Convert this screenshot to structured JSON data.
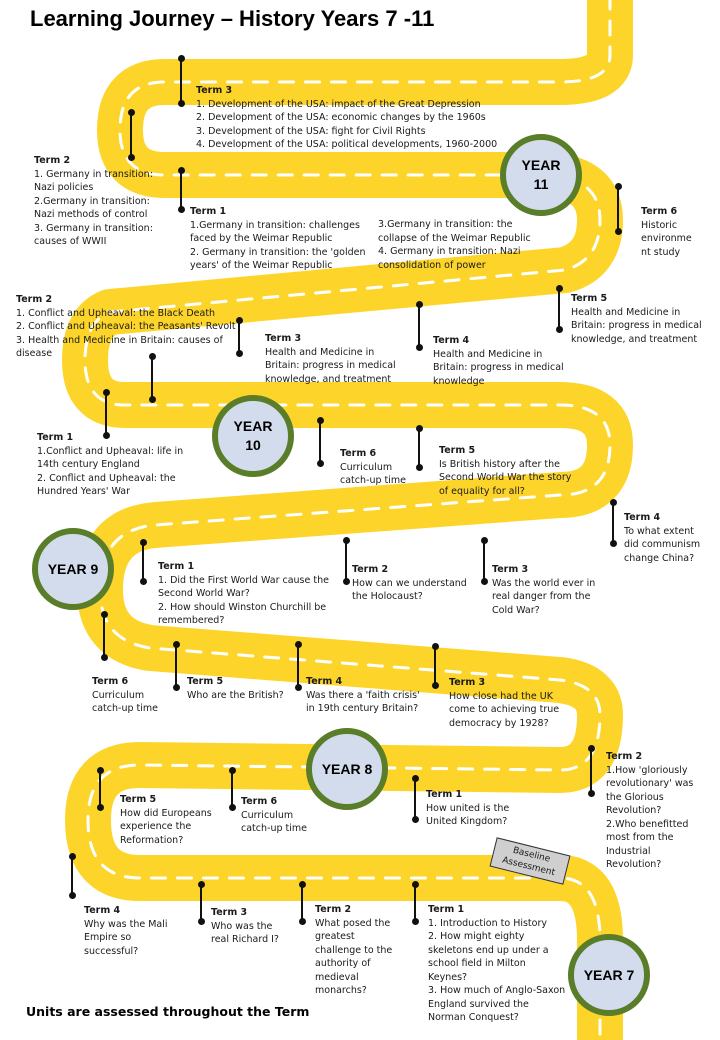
{
  "title": "Learning Journey – History Years 7 -11",
  "footer": "Units are assessed throughout the Term",
  "baseline": [
    "Baseline",
    "Assessment"
  ],
  "years": {
    "y11": [
      "YEAR",
      "11"
    ],
    "y10": [
      "YEAR",
      "10"
    ],
    "y9": [
      "YEAR 9"
    ],
    "y8": [
      "YEAR 8"
    ],
    "y7": [
      "YEAR 7"
    ]
  },
  "blocks": {
    "y11t3": {
      "term": "Term 3",
      "lines": [
        "1. Development of the USA: impact of the Great Depression",
        "2. Development of the USA: economic changes by the 1960s",
        "3. Development of the USA: fight for Civil Rights",
        "4. Development of the USA: political developments, 1960-2000"
      ]
    },
    "y11t2": {
      "term": "Term 2",
      "lines": [
        "1. Germany in transition:",
        "Nazi policies",
        "2.Germany in transition:",
        "Nazi methods of control",
        "3. Germany in transition:",
        "causes of WWII"
      ]
    },
    "y11t1": {
      "term": "Term 1",
      "lines": [
        "1.Germany in transition: challenges",
        "faced by the Weimar Republic",
        "2. Germany in transition: the 'golden",
        "years' of the Weimar Republic"
      ]
    },
    "y11t1b": {
      "term": "",
      "lines": [
        "3.Germany in transition: the",
        "collapse of the Weimar Republic",
        "4. Germany in transition: Nazi",
        "consolidation of power"
      ]
    },
    "y11t6": {
      "term": "Term 6",
      "lines": [
        "Historic",
        "environme",
        "nt study"
      ]
    },
    "y10t2": {
      "term": "Term 2",
      "lines": [
        "1. Conflict and Upheaval: the Black Death",
        "2. Conflict and Upheaval: the Peasants' Revolt",
        "3. Health and Medicine in Britain: causes of",
        "disease"
      ]
    },
    "y10t3": {
      "term": "Term 3",
      "lines": [
        "Health and Medicine in",
        "Britain: progress in medical",
        "knowledge, and treatment"
      ]
    },
    "y10t4": {
      "term": "Term 4",
      "lines": [
        "Health and Medicine in",
        "Britain: progress in medical",
        "knowledge"
      ]
    },
    "y10t5": {
      "term": "Term 5",
      "lines": [
        "Health and Medicine in",
        "Britain: progress in medical",
        "knowledge, and treatment"
      ]
    },
    "y10t1": {
      "term": "Term 1",
      "lines": [
        "1.Conflict and Upheaval: life in",
        "14th century England",
        "2. Conflict and Upheaval: the",
        "Hundred Years' War"
      ]
    },
    "y10t6": {
      "term": "Term 6",
      "lines": [
        "Curriculum",
        "catch-up time"
      ]
    },
    "y10t5b": {
      "term": "Term 5",
      "lines": [
        "Is British history after the",
        "Second World War the story",
        "of equality for all?"
      ]
    },
    "y9t4": {
      "term": "Term 4",
      "lines": [
        "To what extent",
        "did communism",
        "change China?"
      ]
    },
    "y9t1": {
      "term": "Term 1",
      "lines": [
        "1. Did the First World War cause the",
        "Second World War?",
        "2. How should Winston Churchill be",
        "remembered?"
      ]
    },
    "y9t2": {
      "term": "Term 2",
      "lines": [
        "How can we understand",
        "the Holocaust?"
      ]
    },
    "y9t3": {
      "term": "Term 3",
      "lines": [
        "Was the world ever in",
        "real danger from the",
        "Cold War?"
      ]
    },
    "y9t6": {
      "term": "Term 6",
      "lines": [
        "Curriculum",
        "catch-up time"
      ]
    },
    "y9t5": {
      "term": "Term 5",
      "lines": [
        "Who are the British?"
      ]
    },
    "y9t4b": {
      "term": "Term 4",
      "lines": [
        "Was there a 'faith crisis'",
        "in 19th century Britain?"
      ]
    },
    "y9t3b": {
      "term": "Term 3",
      "lines": [
        "How close had the UK",
        "come to achieving true",
        "democracy by 1928?"
      ]
    },
    "y8t2": {
      "term": "Term 2",
      "lines": [
        "1.How 'gloriously",
        "revolutionary' was",
        "the Glorious",
        "Revolution?",
        "2.Who benefitted",
        "most from the",
        "Industrial",
        "Revolution?"
      ]
    },
    "y8t5": {
      "term": "Term 5",
      "lines": [
        "How did Europeans",
        "experience the",
        "Reformation?"
      ]
    },
    "y8t6": {
      "term": "Term 6",
      "lines": [
        "Curriculum",
        "catch-up time"
      ]
    },
    "y8t1": {
      "term": "Term 1",
      "lines": [
        "How united is the",
        "United Kingdom?"
      ]
    },
    "y8t4": {
      "term": "Term 4",
      "lines": [
        "Why was the Mali",
        "Empire so",
        "successful?"
      ]
    },
    "y8t3": {
      "term": "Term 3",
      "lines": [
        "Who was the",
        "real Richard I?"
      ]
    },
    "y8t2b": {
      "term": "Term 2",
      "lines": [
        "What posed the",
        "greatest",
        "challenge to the",
        "authority of",
        "medieval",
        "monarchs?"
      ]
    },
    "y7t1": {
      "term": "Term 1",
      "lines": [
        "1.  Introduction to History",
        "2.  How might eighty",
        "skeletons end up under a",
        "school field in Milton",
        "Keynes?",
        "3. How much of Anglo-Saxon",
        "England survived the",
        "Norman Conquest?"
      ]
    }
  },
  "colors": {
    "road": "#fdd52a",
    "dash": "#ffffff",
    "circle_fill": "#d3dcec",
    "circle_border": "#5a7d2a"
  }
}
